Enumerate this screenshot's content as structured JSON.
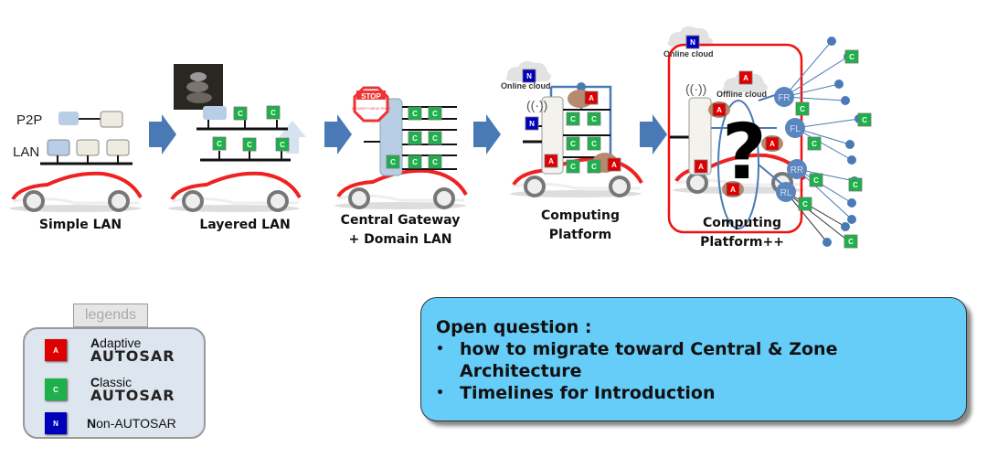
{
  "stages": [
    {
      "label_lines": [
        "Simple LAN"
      ]
    },
    {
      "label_lines": [
        "Layered LAN"
      ]
    },
    {
      "label_lines": [
        "Central Gateway",
        "+ Domain LAN"
      ]
    },
    {
      "label_lines": [
        "Computing",
        "Platform"
      ]
    },
    {
      "label_lines": [
        "Computing",
        "Platform++"
      ]
    }
  ],
  "simple_lan": {
    "p2p": "P2P",
    "lan": "LAN"
  },
  "stop_sign": {
    "top": "STOP",
    "sub": "SECURITY CHECK POINT"
  },
  "clouds": {
    "online": "Online cloud",
    "offline": "Offline cloud"
  },
  "zones": [
    "FR",
    "FL",
    "RR",
    "RL"
  ],
  "question_mark": "?",
  "chips": {
    "adaptive": "A",
    "classic": "C",
    "non_autosar": "N"
  },
  "colors": {
    "adaptive": "#dd0000",
    "classic": "#1db04b",
    "non_autosar": "#0000bb",
    "arrow": "#4a7ab5",
    "highlight": "#ee1111",
    "info_bg": "#66ccf8"
  },
  "legend": {
    "title": "legends",
    "items": [
      {
        "chip": "A",
        "initial": "A",
        "rest": "daptive",
        "brand": "AUTOSAR"
      },
      {
        "chip": "C",
        "initial": "C",
        "rest": "lassic",
        "brand": "AUTOSAR"
      },
      {
        "chip": "N",
        "initial": "N",
        "rest": "on-AUTOSAR"
      }
    ]
  },
  "info": {
    "title": "Open question :",
    "bullets": [
      "how to migrate toward Central & Zone Architecture",
      "Timelines for Introduction"
    ]
  }
}
